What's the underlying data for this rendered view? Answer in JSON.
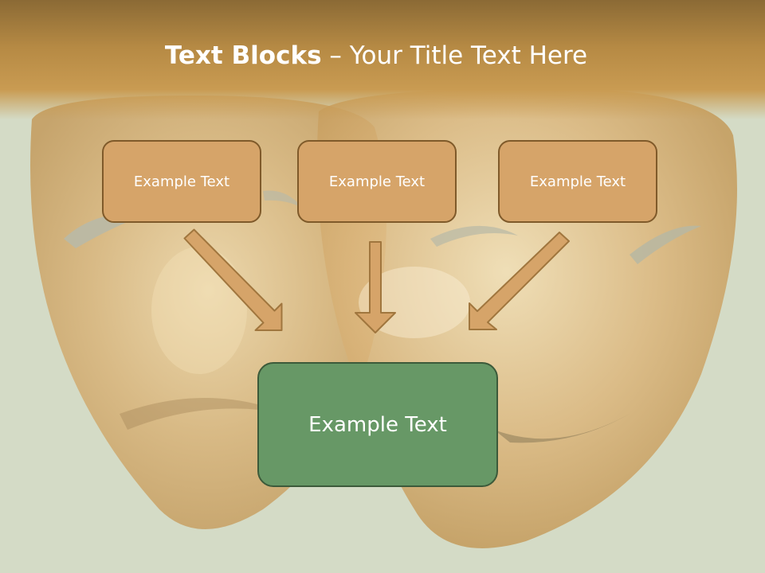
{
  "title": {
    "bold": "Text Blocks",
    "separator": " – ",
    "rest": "Your Title Text Here"
  },
  "blocks": [
    {
      "label": "Example Text"
    },
    {
      "label": "Example Text"
    },
    {
      "label": "Example Text"
    }
  ],
  "target": {
    "label": "Example Text"
  },
  "colors": {
    "title_bar": "#b68a44",
    "top_box_fill": "#d6a469",
    "top_box_border": "#7f5a2a",
    "bottom_box_fill": "#679866",
    "bottom_box_border": "#3c5a3a",
    "arrow_fill": "#d6a469",
    "arrow_stroke": "#a0763e",
    "background": "#d6dcc8"
  }
}
